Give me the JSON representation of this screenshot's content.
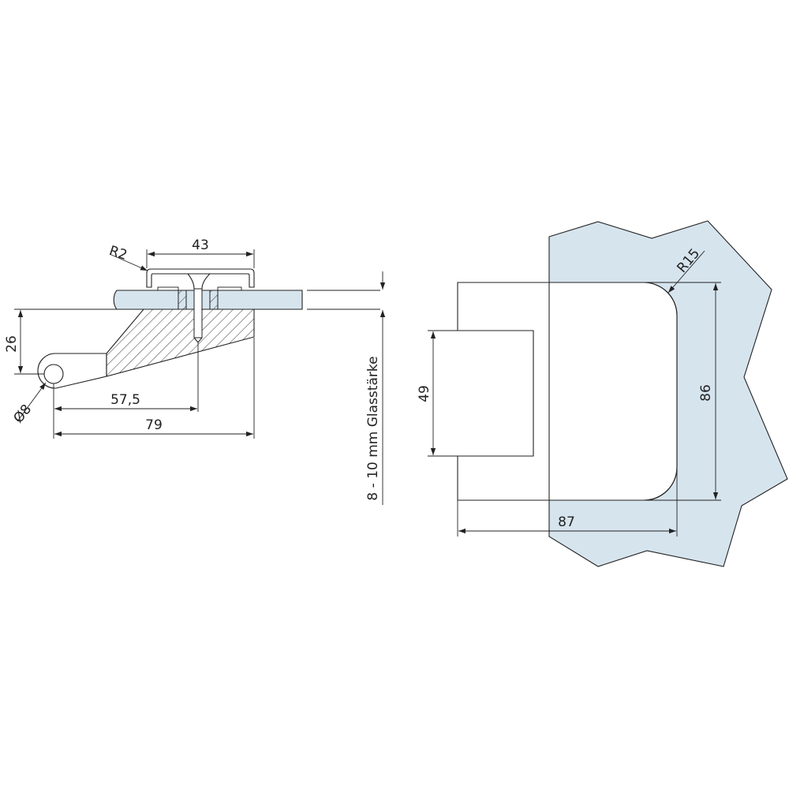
{
  "colors": {
    "glass": "#d6e4ee",
    "line": "#222222",
    "hatch": "#222222",
    "background": "#ffffff"
  },
  "side_view": {
    "radius_label": "R2",
    "plate_width": "43",
    "height_label": "26",
    "pin_diameter": "Ø8",
    "bolt_distance": "57,5",
    "total_length": "79",
    "glass_thickness": "8 - 10 mm Glasstärke"
  },
  "front_view": {
    "radius_label": "R15",
    "cutout_height": "86",
    "plate_height": "49",
    "cutout_width": "87"
  }
}
